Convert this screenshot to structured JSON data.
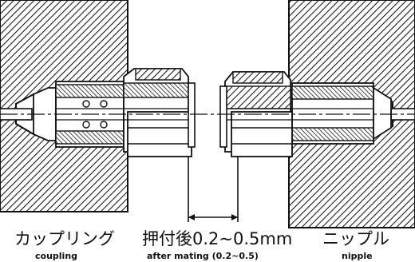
{
  "labels": {
    "coupling_jp": "カップリング",
    "coupling_en": "coupling",
    "mating_jp": "押付後0.2~0.5mm",
    "mating_en": "after mating (0.2~0.5)",
    "nipple_jp": "ニップル",
    "nipple_en": "nipple"
  }
}
